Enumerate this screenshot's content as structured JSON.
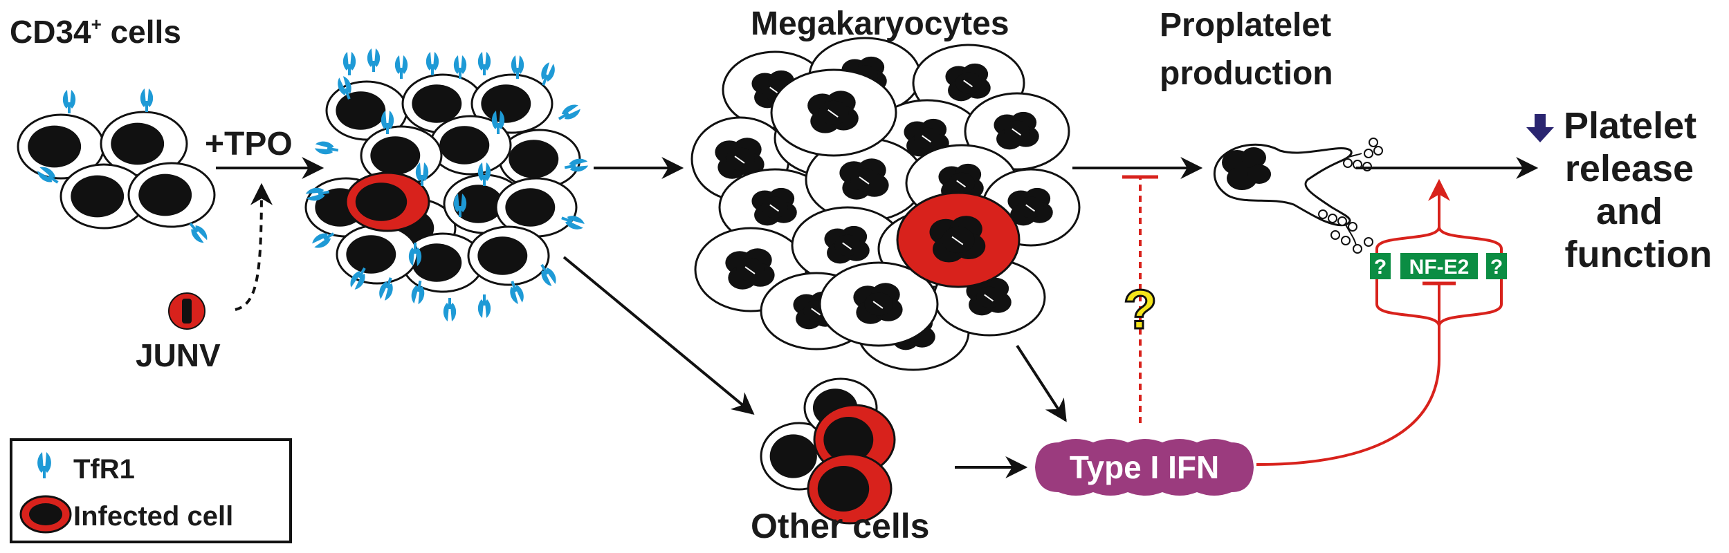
{
  "labels": {
    "cd34_main": "CD34",
    "cd34_sup": "+",
    "cd34_suffix": " cells",
    "tpo": "+TPO",
    "junv": "JUNV",
    "megakaryocytes": "Megakaryocytes",
    "proplatelet_line1": "Proplatelet",
    "proplatelet_line2": "production",
    "platelet_line1": "Platelet",
    "platelet_line2": "release",
    "platelet_line3": "and",
    "platelet_line4": "function",
    "other_cells": "Other cells",
    "ifn": "Type I IFN",
    "nfe2": "NF-E2",
    "unknown_left": "?",
    "unknown_right": "?",
    "unknown_center": "?"
  },
  "legend": {
    "tfr1": "TfR1",
    "infected": "Infected cell"
  },
  "colors": {
    "receptor": "#1e9ad6",
    "infected_red": "#d8221c",
    "ifn_purple": "#9b3b7e",
    "nfe2_green": "#0b8d43",
    "question_yellow": "#f4e51a",
    "down_arrow_navy": "#2a2570",
    "inhibit_red": "#d8221c",
    "nucleus": "#111111"
  }
}
